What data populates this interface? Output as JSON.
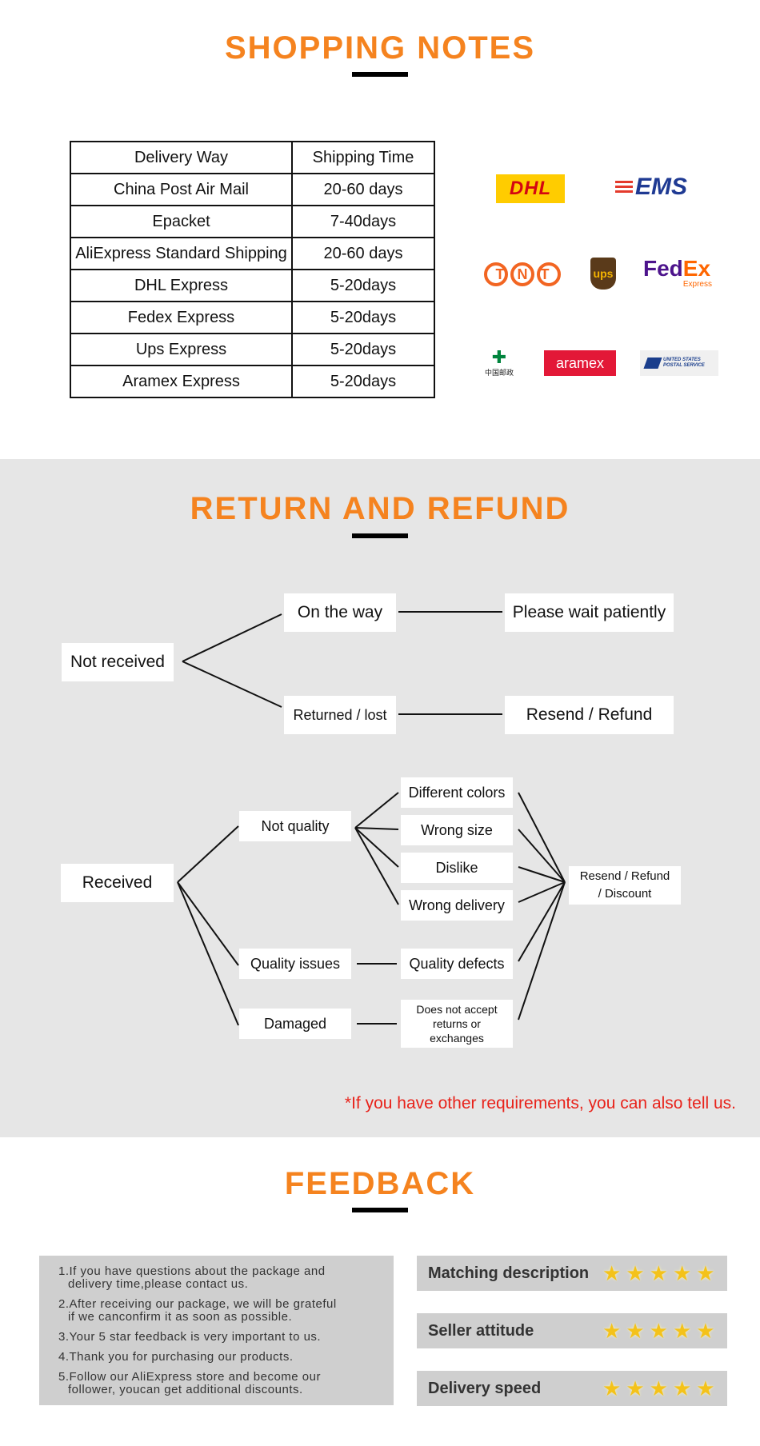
{
  "shopping": {
    "title": "SHOPPING NOTES",
    "table": {
      "headers": [
        "Delivery Way",
        "Shipping Time"
      ],
      "rows": [
        [
          "China Post Air Mail",
          "20-60 days"
        ],
        [
          "Epacket",
          "7-40days"
        ],
        [
          "AliExpress Standard Shipping",
          "20-60 days"
        ],
        [
          "DHL Express",
          "5-20days"
        ],
        [
          "Fedex Express",
          "5-20days"
        ],
        [
          "Ups Express",
          "5-20days"
        ],
        [
          "Aramex Express",
          "5-20days"
        ]
      ]
    },
    "logos": {
      "dhl": "DHL",
      "ems": "EMS",
      "tnt": "TNT",
      "ups": "ups",
      "fedex_a": "Fed",
      "fedex_b": "Ex",
      "fedex_sub": "Express",
      "chinapost": "中国邮政",
      "aramex": "aramex",
      "usps": "UNITED STATES POSTAL SERVICE"
    },
    "colors": {
      "accent": "#f5831f",
      "dhl_red": "#d40511",
      "dhl_yellow": "#ffcc00",
      "fedex_purple": "#4d148c",
      "fedex_orange": "#ff6600",
      "tnt": "#f26522",
      "aramex": "#e31837",
      "chinapost": "#00843d"
    }
  },
  "refund": {
    "title": "RETURN AND REFUND",
    "not_received": "Not received",
    "on_the_way": "On the way",
    "please_wait": "Please wait patiently",
    "returned_lost": "Returned / lost",
    "resend_refund": "Resend / Refund",
    "received": "Received",
    "not_quality": "Not quality",
    "different_colors": "Different colors",
    "wrong_size": "Wrong size",
    "dislike": "Dislike",
    "wrong_delivery": "Wrong delivery",
    "resend_refund_discount_1": "Resend / Refund",
    "resend_refund_discount_2": "/ Discount",
    "quality_issues": "Quality issues",
    "quality_defects": "Quality defects",
    "damaged": "Damaged",
    "no_returns_1": "Does not accept",
    "no_returns_2": "returns or",
    "no_returns_3": "exchanges",
    "note": "*If you have other requirements, you can also tell us."
  },
  "feedback": {
    "title": "FEEDBACK",
    "items": [
      [
        "1.If you have questions about the package and",
        "delivery time,please contact us."
      ],
      [
        "2.After receiving our package, we will be grateful",
        "if we canconfirm it as soon as possible."
      ],
      [
        "3.Your 5 star feedback is very important to us."
      ],
      [
        "4.Thank you for purchasing our products."
      ],
      [
        "5.Follow our AliExpress store and become our",
        "follower, youcan get additional discounts."
      ]
    ],
    "ratings": [
      {
        "label": "Matching description",
        "stars": 5
      },
      {
        "label": "Seller attitude",
        "stars": 5
      },
      {
        "label": "Delivery speed",
        "stars": 5
      }
    ]
  }
}
